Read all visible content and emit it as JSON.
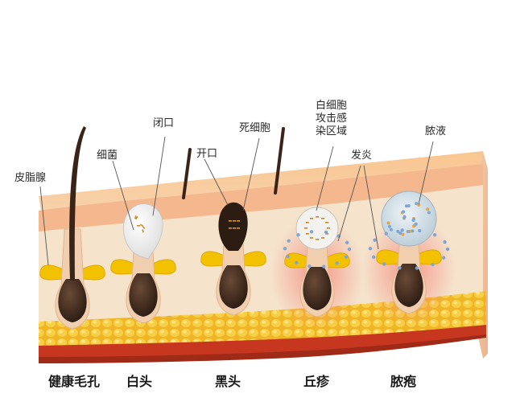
{
  "annotations": {
    "sebaceous_gland": "皮脂腺",
    "bacteria": "细菌",
    "closed": "闭口",
    "open": "开口",
    "dead_cells": "死细胞",
    "wbc_attack_zone": "白细胞\n攻击感\n染区域",
    "inflammation": "发炎",
    "pus": "脓液"
  },
  "stages": [
    "健康毛孔",
    "白头",
    "黑头",
    "丘疹",
    "脓疱"
  ],
  "colors": {
    "skin_surface": "#f7c79a",
    "epidermis": "#f6dcc0",
    "dermis": "#f4e6d2",
    "fat": "#f2c53b",
    "muscle": "#c9371f",
    "hair": "#3a2418",
    "gland": "#f2c200",
    "inflamed": "#f4a8a0"
  }
}
